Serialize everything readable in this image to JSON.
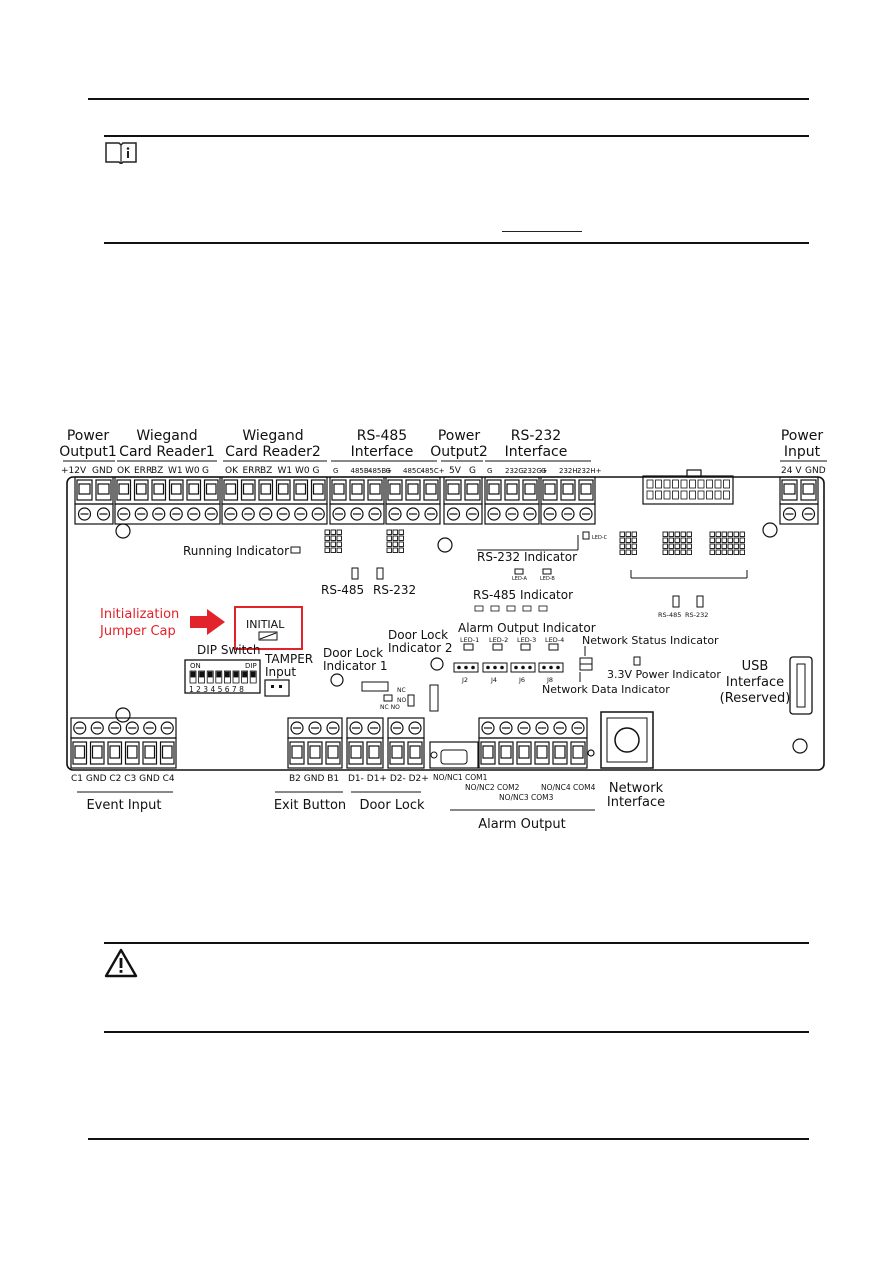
{
  "diagram": {
    "top_labels": {
      "power_output1": [
        "Power",
        "Output1"
      ],
      "wiegand1": [
        "Wiegand",
        "Card Reader1"
      ],
      "wiegand2": [
        "Wiegand",
        "Card Reader2"
      ],
      "rs485": [
        "RS-485",
        "Interface"
      ],
      "power_output2": [
        "Power",
        "Output2"
      ],
      "rs232": [
        "RS-232",
        "Interface"
      ],
      "power_input": [
        "Power",
        "Input"
      ]
    },
    "pins": {
      "power_output1": [
        "+12V",
        "GND"
      ],
      "wiegand1": [
        "OK",
        "ERR",
        "BZ",
        "W1",
        "W0",
        "G"
      ],
      "wiegand2": [
        "OK",
        "ERR",
        "BZ",
        "W1",
        "W0",
        "G"
      ],
      "rs485": [
        "G",
        "485B-",
        "485B+",
        "G",
        "485C-",
        "485C+"
      ],
      "power_output2": [
        "5V",
        "G"
      ],
      "rs232": [
        "G",
        "232G-",
        "232G+",
        "G",
        "232H-",
        "232H+"
      ],
      "power_input": [
        "24 V",
        "GND"
      ]
    },
    "inner_labels": {
      "running_indicator": "Running Indicator",
      "rs485": "RS-485",
      "rs232": "RS-232",
      "rs232_indicator": "RS-232 Indicator",
      "rs485_indicator": "RS-485 Indicator",
      "led_c_top": "LED-C",
      "led_a": "LED-A",
      "led_b": "LED-B",
      "rs485_small": "RS-485",
      "rs232_small": "RS-232",
      "init_jumper": [
        "Initialization",
        "Jumper Cap"
      ],
      "initial": "INITIAL",
      "dip_switch": "DIP Switch",
      "dip_on": "ON",
      "dip_dip": "DIP",
      "dip_numbers": "1 2 3 4 5 6 7 8",
      "tamper": [
        "TAMPER",
        "Input"
      ],
      "door_lock_ind1": [
        "Door Lock",
        "Indicator 1"
      ],
      "door_lock_ind2": [
        "Door Lock",
        "Indicator 2"
      ],
      "alarm_output_indicator": "Alarm Output Indicator",
      "network_status_indicator": "Network Status Indicator",
      "power_indicator": "3.3V Power Indicator",
      "network_data_indicator": "Network Data Indicator",
      "usb": [
        "USB",
        "Interface",
        "(Reserved)"
      ],
      "nc": "NC",
      "no": "NO",
      "nc_no": "NC NO",
      "led_labels": [
        "LED-1",
        "LED-2",
        "LED-3",
        "LED-4"
      ],
      "jumper_labels": [
        "J2",
        "J4",
        "J6",
        "J8"
      ]
    },
    "bottom_pins": {
      "event_input": "C1  GND  C2  C3  GND  C4",
      "exit_button": "B2  GND  B1",
      "door_lock": "D1-  D1+  D2-  D2+",
      "alarm_row1": "NO/NC1  COM1",
      "alarm_row2": "NO/NC2 COM2",
      "alarm_row3": "NO/NC3 COM3",
      "alarm_row4": "NO/NC4 COM4"
    },
    "bottom_labels": {
      "event_input": "Event Input",
      "exit_button": "Exit Button",
      "door_lock": "Door Lock",
      "alarm_output": "Alarm Output",
      "network": [
        "Network",
        "Interface"
      ]
    }
  },
  "colors": {
    "accent_red": "#e3232b",
    "line": "#111111"
  },
  "icons": {
    "note": "note-book-info-icon",
    "warning": "warning-triangle-icon"
  }
}
